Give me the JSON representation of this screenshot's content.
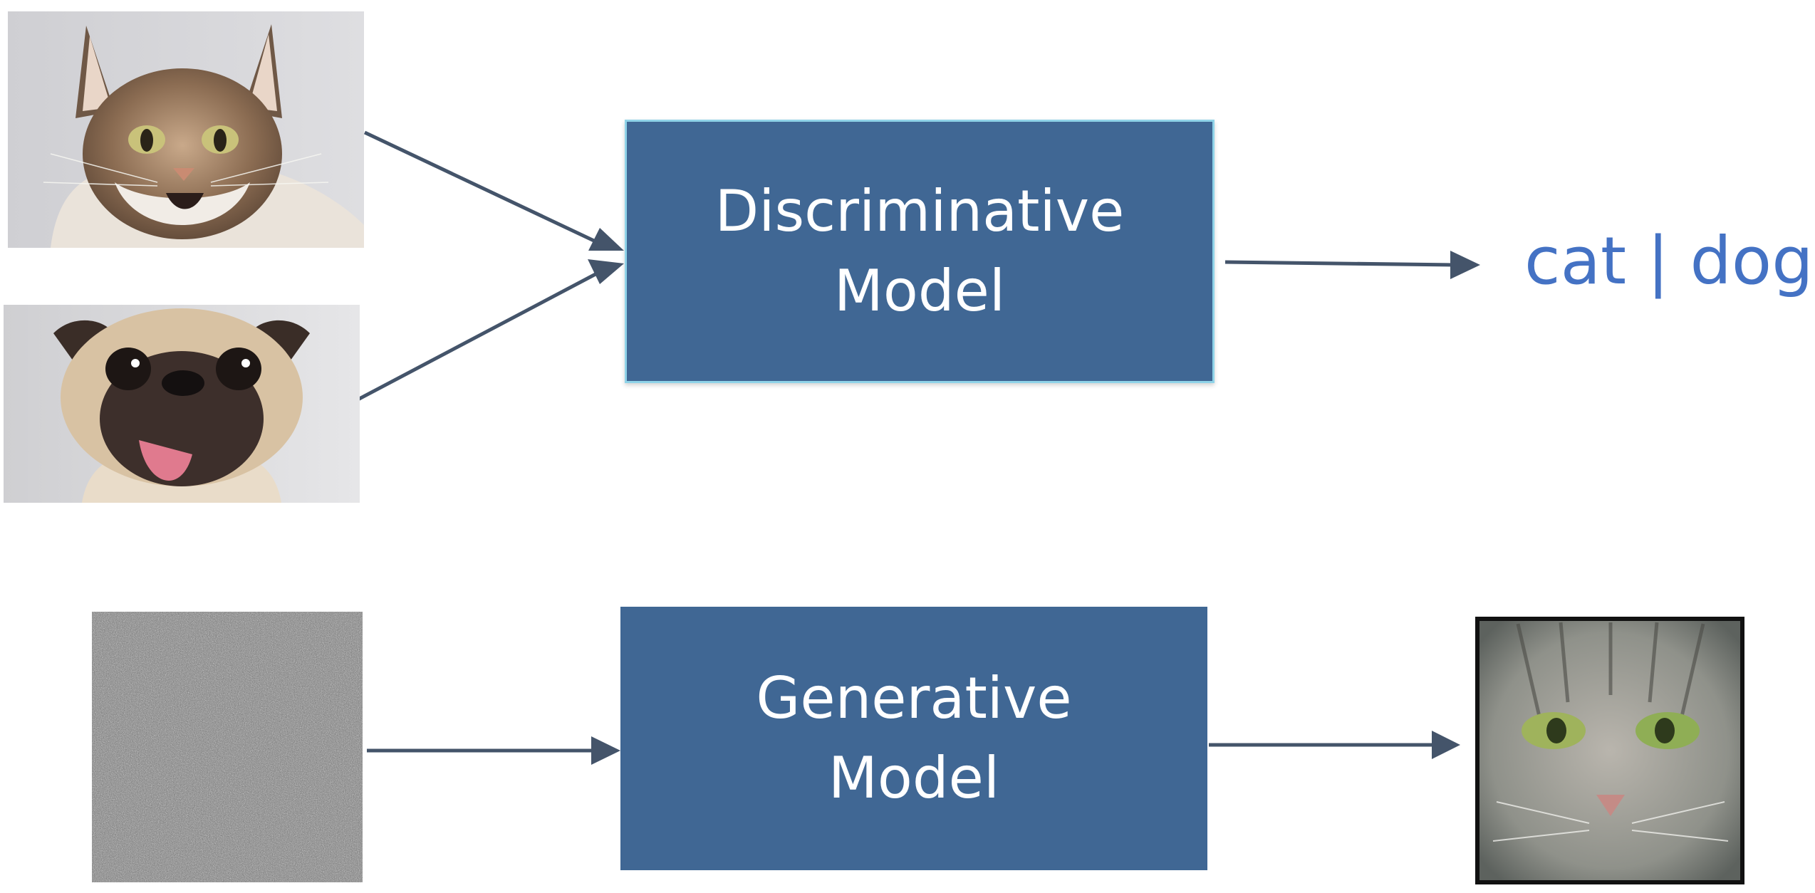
{
  "discriminative": {
    "label": "Discriminative\nModel"
  },
  "generative": {
    "label": "Generative\nModel"
  },
  "output": {
    "label": "cat | dog"
  },
  "colors": {
    "box_fill": "#406794",
    "box_border": "#8fd3e8",
    "arrow": "#44546a",
    "output_text": "#4472c4"
  },
  "icons": {
    "cat_photo": "maine-coon-cat-icon",
    "dog_photo": "pug-dog-icon",
    "noise_photo": "random-noise-icon",
    "generated_photo": "generated-cat-face-icon"
  }
}
